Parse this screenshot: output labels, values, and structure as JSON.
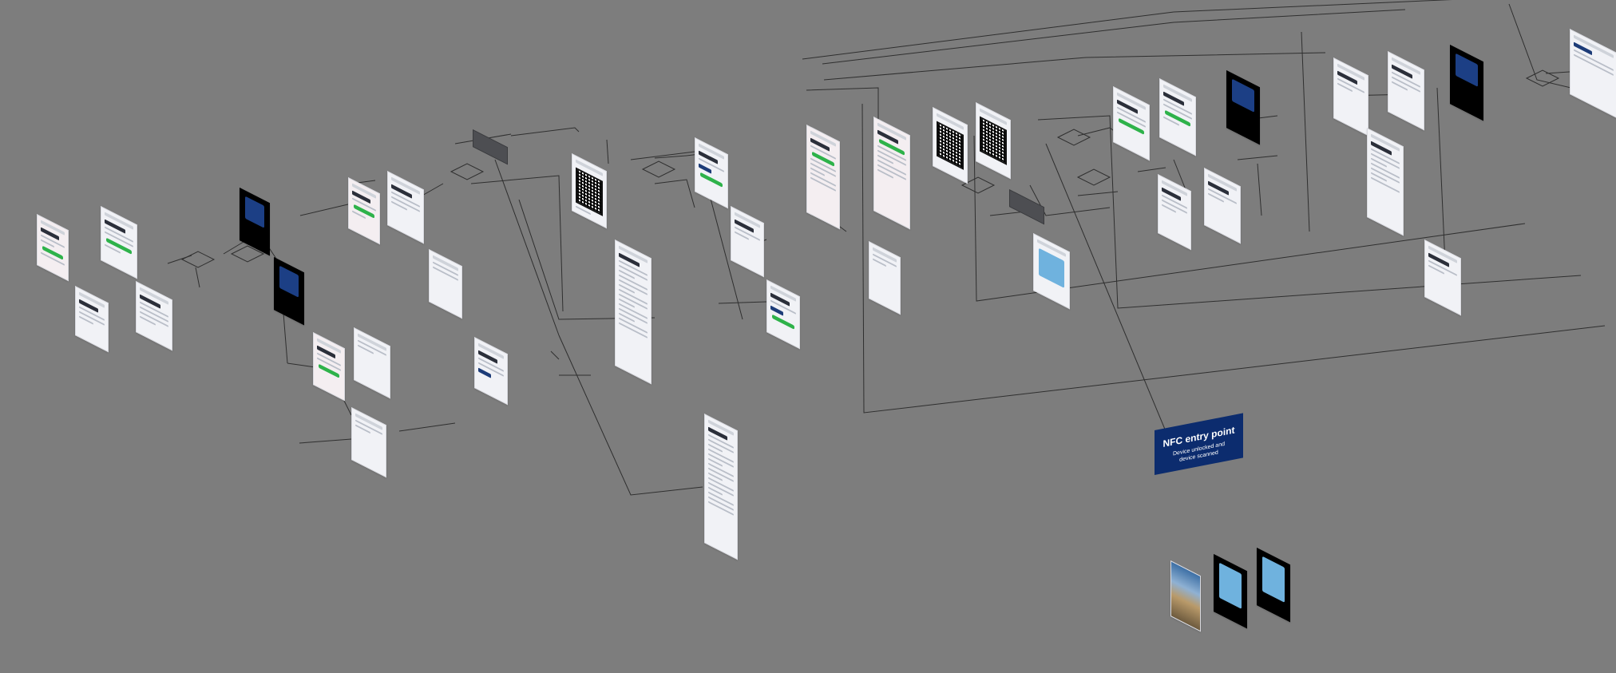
{
  "canvas": {
    "background": "#7d7d7d"
  },
  "nfc_entry": {
    "title": "NFC entry point",
    "subtitle_line1": "Device unlocked and",
    "subtitle_line2": "device scanned"
  },
  "colors": {
    "connector": "#2f2f2f",
    "card": "#f1f2f6",
    "accent_green": "#2eb24a",
    "accent_navy": "#1d3c78",
    "nfc_navy": "#0c2c6e"
  }
}
